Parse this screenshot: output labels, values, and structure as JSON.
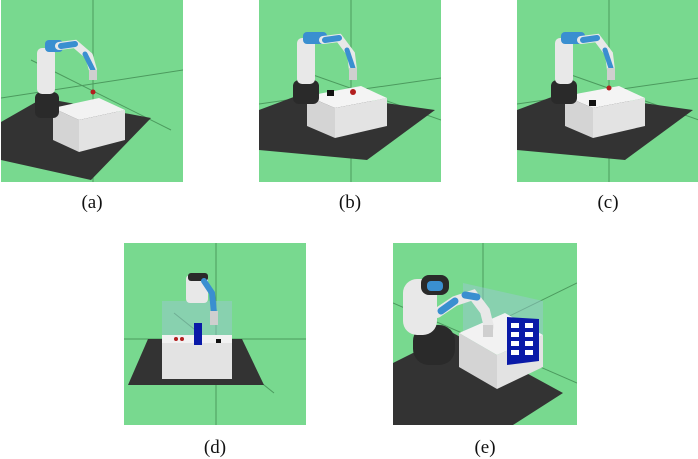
{
  "figure": {
    "panels": [
      {
        "id": "a",
        "caption": "(a)"
      },
      {
        "id": "b",
        "caption": "(b)"
      },
      {
        "id": "c",
        "caption": "(c)"
      },
      {
        "id": "d",
        "caption": "(d)"
      },
      {
        "id": "e",
        "caption": "(e)"
      }
    ]
  },
  "colors": {
    "background_green": "#78d98f",
    "floor": "#333333",
    "table": "#e3e3e3",
    "robot_blue": "#3a8fd0",
    "robot_white": "#e8e8e8",
    "robot_dark": "#2a2a2a",
    "bin_blue": "#0a1aa8",
    "axis_line": "#4c9a5e"
  }
}
